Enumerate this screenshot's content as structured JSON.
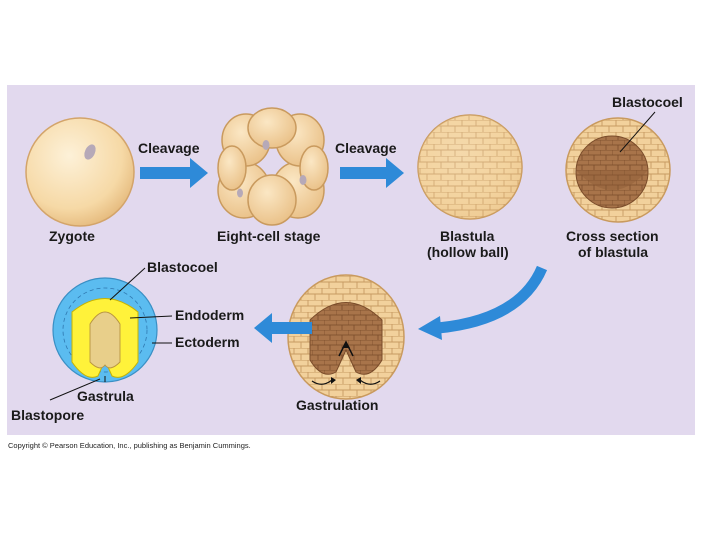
{
  "labels": {
    "cleavage_1": "Cleavage",
    "cleavage_2": "Cleavage",
    "zygote": "Zygote",
    "eight_cell": "Eight-cell stage",
    "blastula_line1": "Blastula",
    "blastula_line2": "(hollow ball)",
    "cross_section_line1": "Cross section",
    "cross_section_line2": "of blastula",
    "blastocoel_top": "Blastocoel",
    "blastocoel_gastrula": "Blastocoel",
    "endoderm": "Endoderm",
    "ectoderm": "Ectoderm",
    "gastrula": "Gastrula",
    "blastopore": "Blastopore",
    "gastrulation": "Gastrulation"
  },
  "copyright": "Copyright © Pearson Education, Inc., publishing as Benjamin Cummings.",
  "colors": {
    "panel_bg": "#e2d9ee",
    "arrow_blue": "#2e8ad8",
    "cell_fill": "#f6d9a6",
    "cell_stroke": "#c99a5e",
    "inner_brown": "#9e6d45",
    "ectoderm_blue": "#5bbcf0",
    "endoderm_yellow": "#fff23a"
  }
}
